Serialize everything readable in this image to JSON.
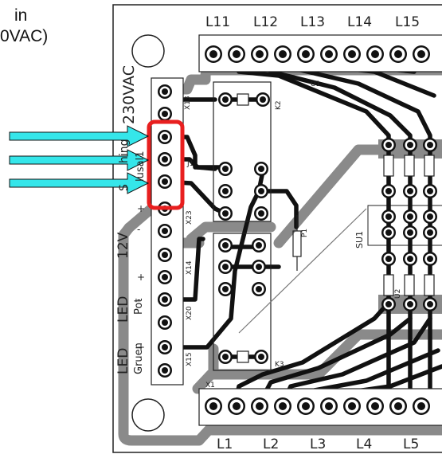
{
  "annotation": {
    "line1": "in",
    "line2": "0VAC)"
  },
  "board": {
    "top_labels": [
      "L11",
      "L12",
      "L13",
      "L14",
      "L15"
    ],
    "bottom_labels": [
      "L1",
      "L2",
      "L3",
      "L4",
      "L5"
    ],
    "left_labels": {
      "voltage": "230VAC",
      "switch_a": "S",
      "switch_b": "hing",
      "switch_c": "lusal1",
      "v12": "12V",
      "led_pot_a": "LED",
      "led_pot_b": "Pot",
      "led_green_a": "LED",
      "led_green_b": "Gruen"
    },
    "component_labels": {
      "x13": "X13",
      "k2": "K2",
      "x23": "X23",
      "x14": "X14",
      "x20": "X20",
      "x15": "X15",
      "p1": "P1",
      "su1": "SU1",
      "x1": "X1",
      "u1": "U1",
      "j1": "J1",
      "k3": "K3",
      "u2": "U2"
    },
    "arrow_count": 3
  },
  "colors": {
    "arrow": "#35e6ea",
    "highlight": "#e81f1f",
    "trace_black": "#111111",
    "trace_grey": "#8a8a8a",
    "board": "#ffffff"
  }
}
